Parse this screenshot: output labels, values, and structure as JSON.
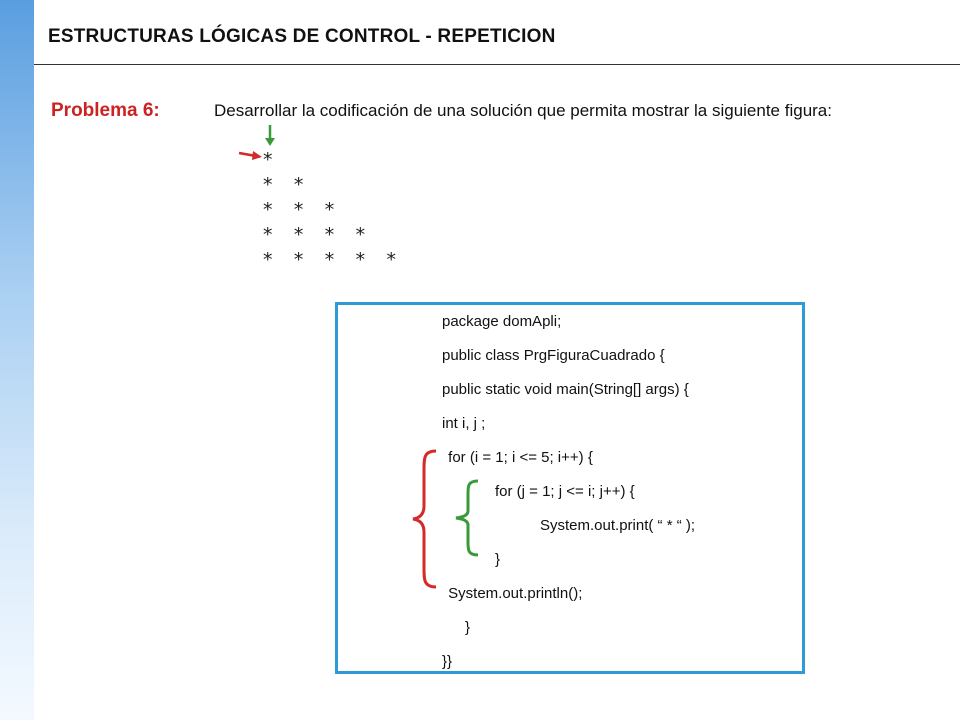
{
  "title": "ESTRUCTURAS LÓGICAS DE CONTROL - REPETICION",
  "problem_label": "Problema 6:",
  "statement": "Desarrollar la codificación de una solución que permita mostrar la siguiente figura:",
  "figure_rows": [
    "*",
    "* *",
    "* * *",
    "* * * *",
    "* * * * *"
  ],
  "code_lines": [
    "package domApli;",
    "public class PrgFiguraCuadrado {",
    "public static void main(String[] args) {",
    "int i, j ;",
    " for (i = 1; i <= 5; i++) {",
    "for (j = 1; j <= i; j++) {",
    "System.out.print( “ * “ );",
    "}",
    " System.out.println();",
    "}",
    "}}"
  ],
  "colors": {
    "title_rule": "#333333",
    "problem_label": "#cc2222",
    "code_border": "#2e9ad6",
    "outer_brace": "#d42a2a",
    "inner_brace": "#3a9a3a",
    "red_arrow": "#d42a2a",
    "green_arrow": "#3a9a3a"
  }
}
